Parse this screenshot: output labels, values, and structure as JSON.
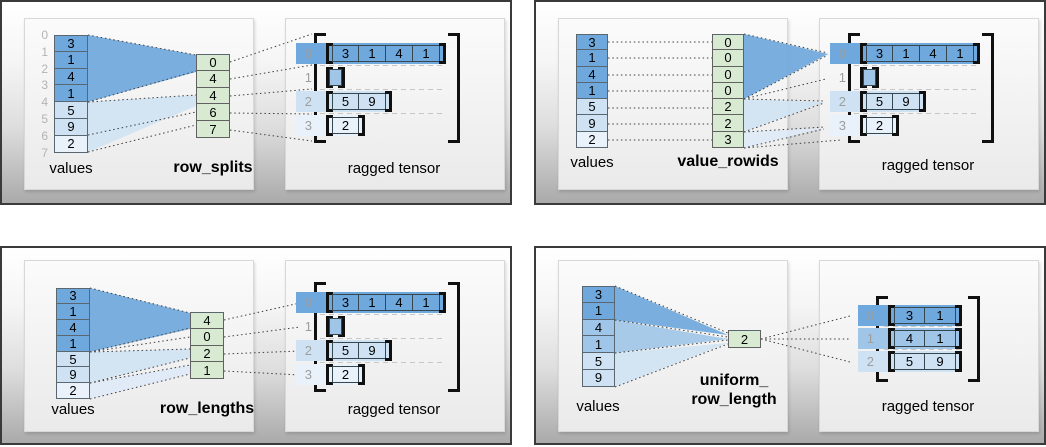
{
  "colors": {
    "cell_dark_blue": "#6fa8dc",
    "cell_mid_blue": "#9fc5e8",
    "cell_light_blue": "#cfe2f3",
    "cell_extra_light_blue": "#e9f1fb",
    "cell_green": "#d9ead3"
  },
  "panels": [
    {
      "method": "row_splits",
      "values_label": "values",
      "method_label": "row_splits",
      "tensor_label": "ragged tensor",
      "value_indices": [
        "0",
        "1",
        "2",
        "3",
        "4",
        "5",
        "6",
        "7"
      ],
      "values": [
        {
          "t": "3",
          "s": "dark"
        },
        {
          "t": "1",
          "s": "dark"
        },
        {
          "t": "4",
          "s": "dark"
        },
        {
          "t": "1",
          "s": "dark"
        },
        {
          "t": "5",
          "s": "light"
        },
        {
          "t": "9",
          "s": "light"
        },
        {
          "t": "2",
          "s": "xlight"
        }
      ],
      "method_cells": [
        "0",
        "4",
        "4",
        "6",
        "7"
      ],
      "row_indices": [
        "0",
        "1",
        "2",
        "3"
      ],
      "rows": {
        "r0": [
          "3",
          "1",
          "4",
          "1"
        ],
        "r1": [],
        "r2": [
          "5",
          "9"
        ],
        "r3": [
          "2"
        ]
      }
    },
    {
      "method": "value_rowids",
      "values_label": "values",
      "method_label": "value_rowids",
      "tensor_label": "ragged tensor",
      "values": [
        {
          "t": "3",
          "s": "dark"
        },
        {
          "t": "1",
          "s": "dark"
        },
        {
          "t": "4",
          "s": "dark"
        },
        {
          "t": "1",
          "s": "dark"
        },
        {
          "t": "5",
          "s": "light"
        },
        {
          "t": "9",
          "s": "light"
        },
        {
          "t": "2",
          "s": "xlight"
        }
      ],
      "method_cells": [
        "0",
        "0",
        "0",
        "0",
        "2",
        "2",
        "3"
      ],
      "row_indices": [
        "0",
        "1",
        "2",
        "3"
      ],
      "rows": {
        "r0": [
          "3",
          "1",
          "4",
          "1"
        ],
        "r1": [],
        "r2": [
          "5",
          "9"
        ],
        "r3": [
          "2"
        ]
      }
    },
    {
      "method": "row_lengths",
      "values_label": "values",
      "method_label": "row_lengths",
      "tensor_label": "ragged tensor",
      "values": [
        {
          "t": "3",
          "s": "dark"
        },
        {
          "t": "1",
          "s": "dark"
        },
        {
          "t": "4",
          "s": "dark"
        },
        {
          "t": "1",
          "s": "dark"
        },
        {
          "t": "5",
          "s": "light"
        },
        {
          "t": "9",
          "s": "light"
        },
        {
          "t": "2",
          "s": "xlight"
        }
      ],
      "method_cells": [
        "4",
        "0",
        "2",
        "1"
      ],
      "row_indices": [
        "0",
        "1",
        "2",
        "3"
      ],
      "rows": {
        "r0": [
          "3",
          "1",
          "4",
          "1"
        ],
        "r1": [],
        "r2": [
          "5",
          "9"
        ],
        "r3": [
          "2"
        ]
      }
    },
    {
      "method": "uniform_row_length",
      "values_label": "values",
      "method_label_line1": "uniform_",
      "method_label_line2": "row_length",
      "tensor_label": "ragged tensor",
      "values": [
        {
          "t": "3",
          "s": "dark"
        },
        {
          "t": "1",
          "s": "dark"
        },
        {
          "t": "4",
          "s": "mid"
        },
        {
          "t": "1",
          "s": "mid"
        },
        {
          "t": "5",
          "s": "light"
        },
        {
          "t": "9",
          "s": "light"
        }
      ],
      "method_cells": [
        "2"
      ],
      "row_indices": [
        "0",
        "1",
        "2"
      ],
      "rows": {
        "r0": [
          "3",
          "1"
        ],
        "r1": [
          "4",
          "1"
        ],
        "r2": [
          "5",
          "9"
        ]
      }
    }
  ]
}
